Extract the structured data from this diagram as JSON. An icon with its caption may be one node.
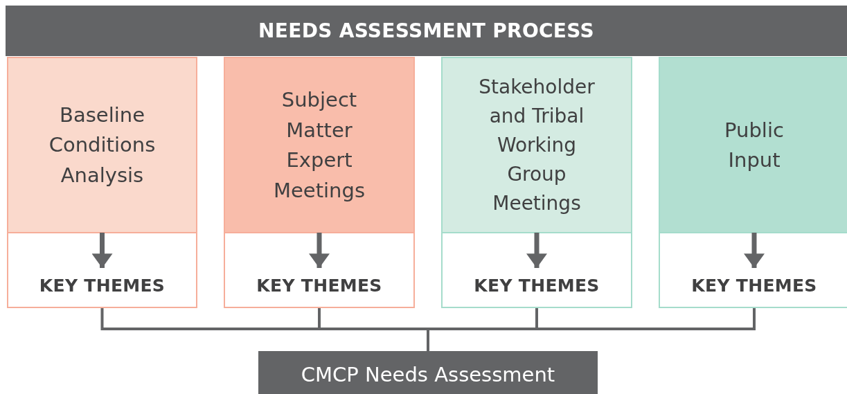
{
  "diagram": {
    "nodes": [
      {
        "text": [
          "NEEDS ASSESSMENT PROCESS"
        ]
      },
      {
        "text": [
          "Baseline Conditions Analysis"
        ]
      },
      {
        "text": [
          "KEY THEMES"
        ]
      },
      {
        "text": [
          "Subject Matter Expert Meetings"
        ]
      },
      {
        "text": [
          "KEY THEMES"
        ]
      },
      {
        "text": [
          "Stakeholder and Tribal Working Group Meetings"
        ]
      },
      {
        "text": [
          "KEY THEMES"
        ]
      },
      {
        "text": [
          "Public Input"
        ]
      },
      {
        "text": [
          "KEY THEMES"
        ]
      },
      {
        "text": [
          "CMCP Needs Assessment"
        ]
      }
    ],
    "edges": [
      {
        "from": 1,
        "to": 2,
        "arrow": "to"
      },
      {
        "from": 3,
        "to": 4,
        "arrow": "to"
      },
      {
        "from": 5,
        "to": 6,
        "arrow": "to"
      },
      {
        "from": 7,
        "to": 8,
        "arrow": "to"
      },
      {
        "from": 2,
        "to": 9,
        "arrow": "none"
      },
      {
        "from": 4,
        "to": 9,
        "arrow": "none"
      },
      {
        "from": 6,
        "to": 9,
        "arrow": "none"
      },
      {
        "from": 8,
        "to": 9,
        "arrow": "none"
      }
    ]
  }
}
